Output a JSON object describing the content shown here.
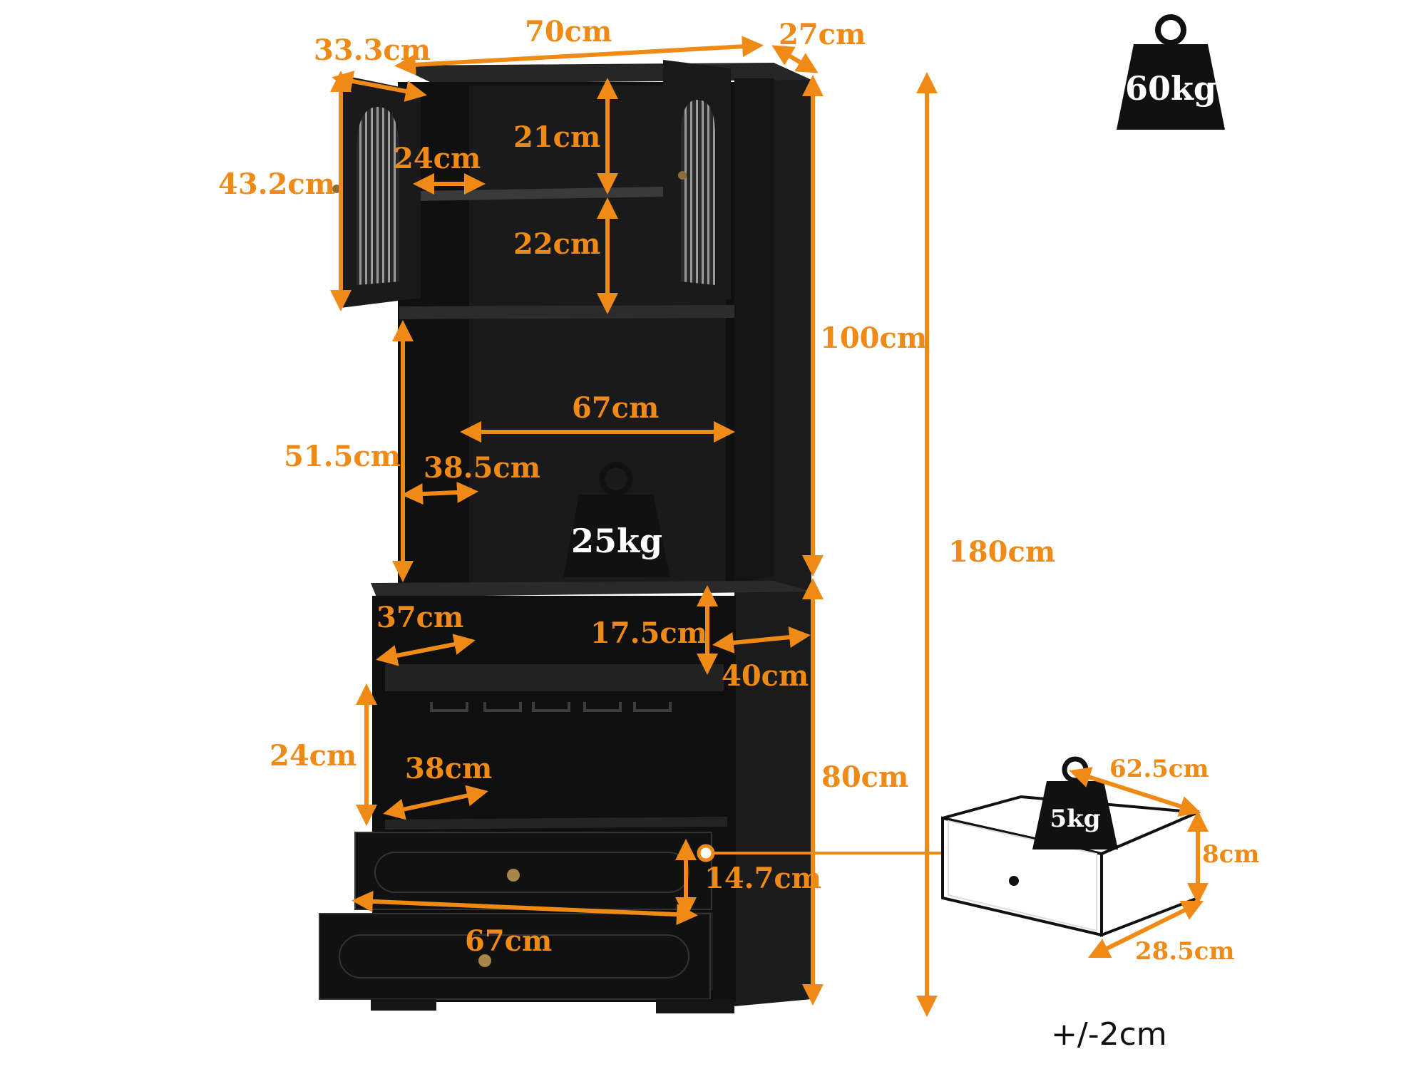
{
  "weights": {
    "total": "60kg",
    "shelf": "25kg",
    "drawer": "5kg"
  },
  "dimensions": {
    "door_width": "33.3cm",
    "total_width": "70cm",
    "depth_top": "27cm",
    "door_height": "43.2cm",
    "shelf_depth_upper": "24cm",
    "upper_compartment_height": "21cm",
    "lower_compartment_height": "22cm",
    "upper_section_height": "100cm",
    "total_height": "180cm",
    "open_shelf_width": "67cm",
    "open_shelf_height": "51.5cm",
    "open_shelf_depth": "38.5cm",
    "wine_rack_depth": "37cm",
    "wine_rack_height": "17.5cm",
    "base_depth": "40cm",
    "lower_shelf_height": "24cm",
    "lower_shelf_depth": "38cm",
    "lower_section_height": "80cm",
    "drawer_front_height": "14.7cm",
    "drawer_width": "67cm",
    "drawer_inner_width": "62.5cm",
    "drawer_inner_height": "8cm",
    "drawer_inner_depth": "28.5cm"
  },
  "tolerance": "+/-2cm",
  "colors": {
    "accent": "#ef8a17",
    "cabinet": "#141414"
  },
  "icons": [
    "weight-icon"
  ]
}
